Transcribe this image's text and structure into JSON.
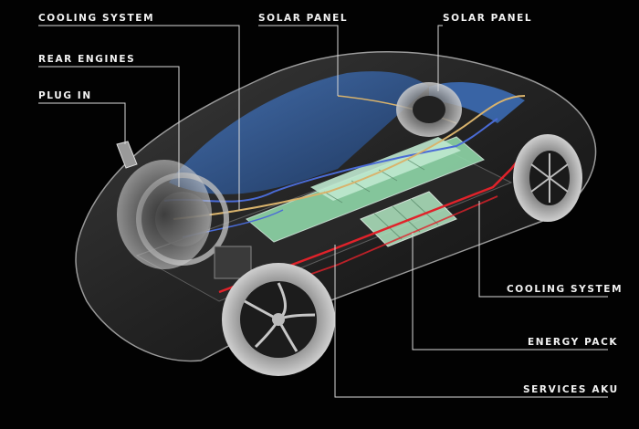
{
  "labels": {
    "cooling_system_top": "COOLING SYSTEM",
    "rear_engines": "REAR ENGINES",
    "plug_in": "PLUG IN",
    "solar_panel_left": "SOLAR PANEL",
    "solar_panel_right": "SOLAR PANEL",
    "cooling_system_bottom": "COOLING SYSTEM",
    "energy_pack": "ENERGY PACK",
    "services_aku": "SERVICES AKU"
  },
  "colors": {
    "background": "#020202",
    "leader_line": "#d9d9d9",
    "battery_green": "#8fd6a8",
    "solar_blue": "#2e5f9e",
    "cooling_red": "#e0222a",
    "wire_blue": "#4a6bd6",
    "pipe_gold": "#d9b36c"
  }
}
